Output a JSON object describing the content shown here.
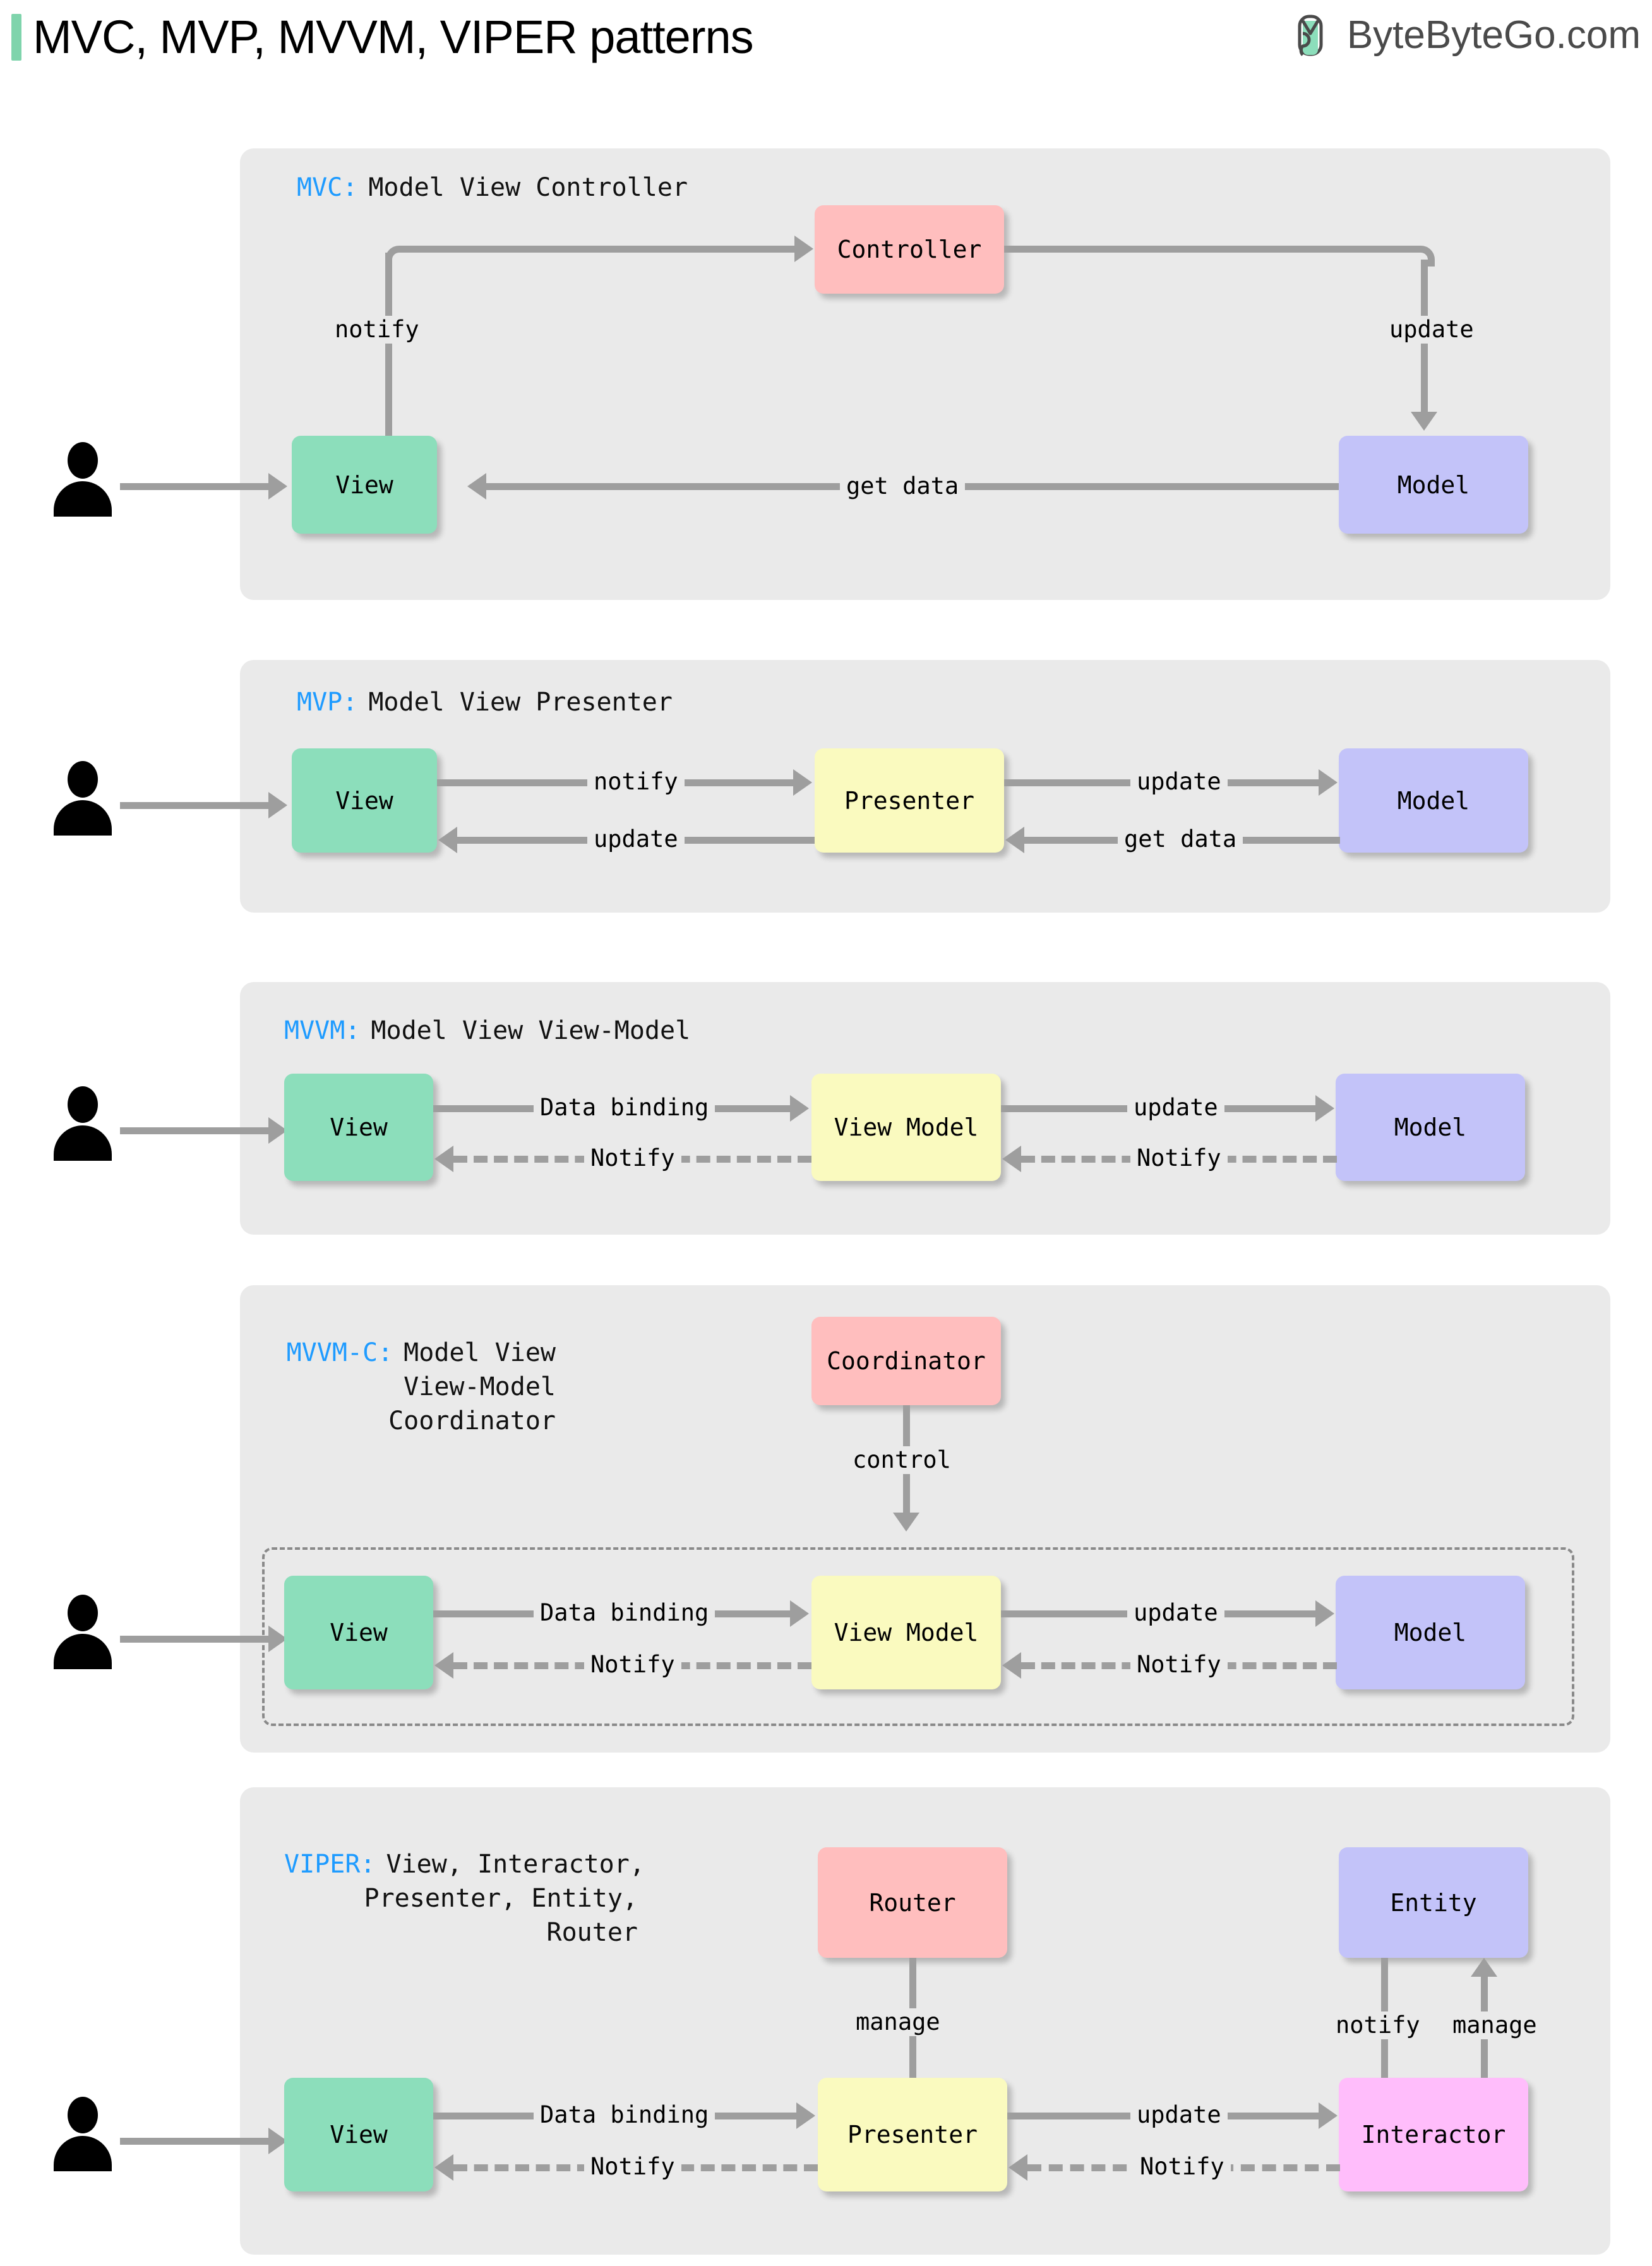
{
  "header": {
    "title": "MVC, MVP, MVVM, VIPER patterns",
    "brand": "ByteByteGo.com",
    "accent_color": "#7FD4AC",
    "title_color": "#000000",
    "brand_color": "#4A4A4A"
  },
  "palette": {
    "panel_bg": "#EAEAEA",
    "view": "#8CDEBB",
    "viewmodel": "#FAFABF",
    "model": "#C3C3F9",
    "controller": "#FFBEBE",
    "interactor": "#FFBDFB",
    "connector": "#9E9E9E",
    "key_text": "#1E9BFF"
  },
  "sections": [
    {
      "id": "mvc",
      "key": "MVC:",
      "title_lines": [
        "Model View Controller"
      ],
      "nodes": [
        {
          "name": "view",
          "label": "View"
        },
        {
          "name": "controller",
          "label": "Controller"
        },
        {
          "name": "model",
          "label": "Model"
        }
      ],
      "edges": [
        {
          "name": "user-to-view",
          "label": ""
        },
        {
          "name": "view-to-controller",
          "label": "notify"
        },
        {
          "name": "controller-to-model",
          "label": "update"
        },
        {
          "name": "model-to-view",
          "label": "get data"
        }
      ]
    },
    {
      "id": "mvp",
      "key": "MVP:",
      "title_lines": [
        "Model View Presenter"
      ],
      "nodes": [
        {
          "name": "view",
          "label": "View"
        },
        {
          "name": "presenter",
          "label": "Presenter"
        },
        {
          "name": "model",
          "label": "Model"
        }
      ],
      "edges": [
        {
          "name": "user-to-view",
          "label": ""
        },
        {
          "name": "view-to-presenter",
          "label": "notify"
        },
        {
          "name": "presenter-to-view",
          "label": "update"
        },
        {
          "name": "presenter-to-model",
          "label": "update"
        },
        {
          "name": "model-to-presenter",
          "label": "get data"
        }
      ]
    },
    {
      "id": "mvvm",
      "key": "MVVM:",
      "title_lines": [
        "Model View View-Model"
      ],
      "nodes": [
        {
          "name": "view",
          "label": "View"
        },
        {
          "name": "view-model",
          "label": "View Model"
        },
        {
          "name": "model",
          "label": "Model"
        }
      ],
      "edges": [
        {
          "name": "user-to-view",
          "label": ""
        },
        {
          "name": "view-to-viewmodel",
          "label": "Data binding"
        },
        {
          "name": "viewmodel-to-view",
          "label": "Notify"
        },
        {
          "name": "viewmodel-to-model",
          "label": "update"
        },
        {
          "name": "model-to-viewmodel",
          "label": "Notify"
        }
      ]
    },
    {
      "id": "mvvmc",
      "key": "MVVM-C:",
      "title_lines": [
        "Model View",
        "View-Model",
        "Coordinator"
      ],
      "nodes": [
        {
          "name": "coordinator",
          "label": "Coordinator"
        },
        {
          "name": "view",
          "label": "View"
        },
        {
          "name": "view-model",
          "label": "View Model"
        },
        {
          "name": "model",
          "label": "Model"
        }
      ],
      "edges": [
        {
          "name": "coordinator-to-group",
          "label": "control"
        },
        {
          "name": "user-to-view",
          "label": ""
        },
        {
          "name": "view-to-viewmodel",
          "label": "Data binding"
        },
        {
          "name": "viewmodel-to-view",
          "label": "Notify"
        },
        {
          "name": "viewmodel-to-model",
          "label": "update"
        },
        {
          "name": "model-to-viewmodel",
          "label": "Notify"
        }
      ]
    },
    {
      "id": "viper",
      "key": "VIPER:",
      "title_lines": [
        "View, Interactor,",
        "Presenter, Entity,",
        "Router"
      ],
      "nodes": [
        {
          "name": "router",
          "label": "Router"
        },
        {
          "name": "entity",
          "label": "Entity"
        },
        {
          "name": "view",
          "label": "View"
        },
        {
          "name": "presenter",
          "label": "Presenter"
        },
        {
          "name": "interactor",
          "label": "Interactor"
        }
      ],
      "edges": [
        {
          "name": "router-to-presenter",
          "label": "manage"
        },
        {
          "name": "entity-to-interactor",
          "label": "notify"
        },
        {
          "name": "interactor-to-entity",
          "label": "manage"
        },
        {
          "name": "user-to-view",
          "label": ""
        },
        {
          "name": "view-to-presenter",
          "label": "Data binding"
        },
        {
          "name": "presenter-to-view",
          "label": "Notify"
        },
        {
          "name": "presenter-to-interactor",
          "label": "update"
        },
        {
          "name": "interactor-to-presenter",
          "label": "Notify"
        }
      ]
    }
  ]
}
